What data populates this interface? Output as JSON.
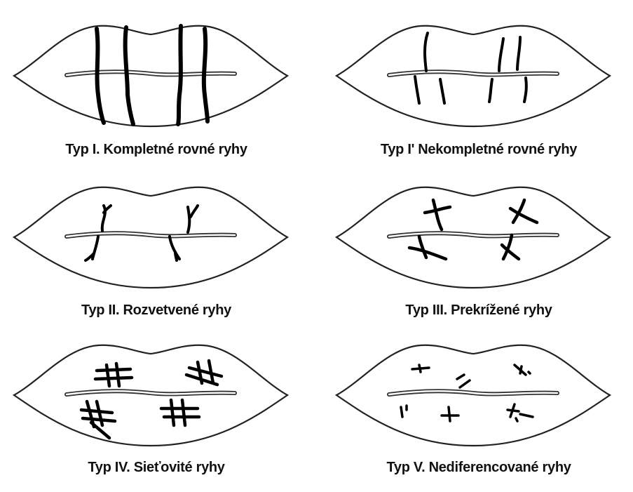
{
  "panels": [
    {
      "id": "type-1",
      "label": "Typ I. Kompletné rovné ryhy"
    },
    {
      "id": "type-1-prime",
      "label": "Typ I' Nekompletné rovné ryhy"
    },
    {
      "id": "type-2",
      "label": "Typ II. Rozvetvené ryhy"
    },
    {
      "id": "type-3",
      "label": "Typ III. Prekrížené ryhy"
    },
    {
      "id": "type-4",
      "label": "Typ IV. Sieťovité ryhy"
    },
    {
      "id": "type-5",
      "label": "Typ V. Nediferencované ryhy"
    }
  ],
  "colors": {
    "stroke": "#000000",
    "background": "#ffffff"
  }
}
